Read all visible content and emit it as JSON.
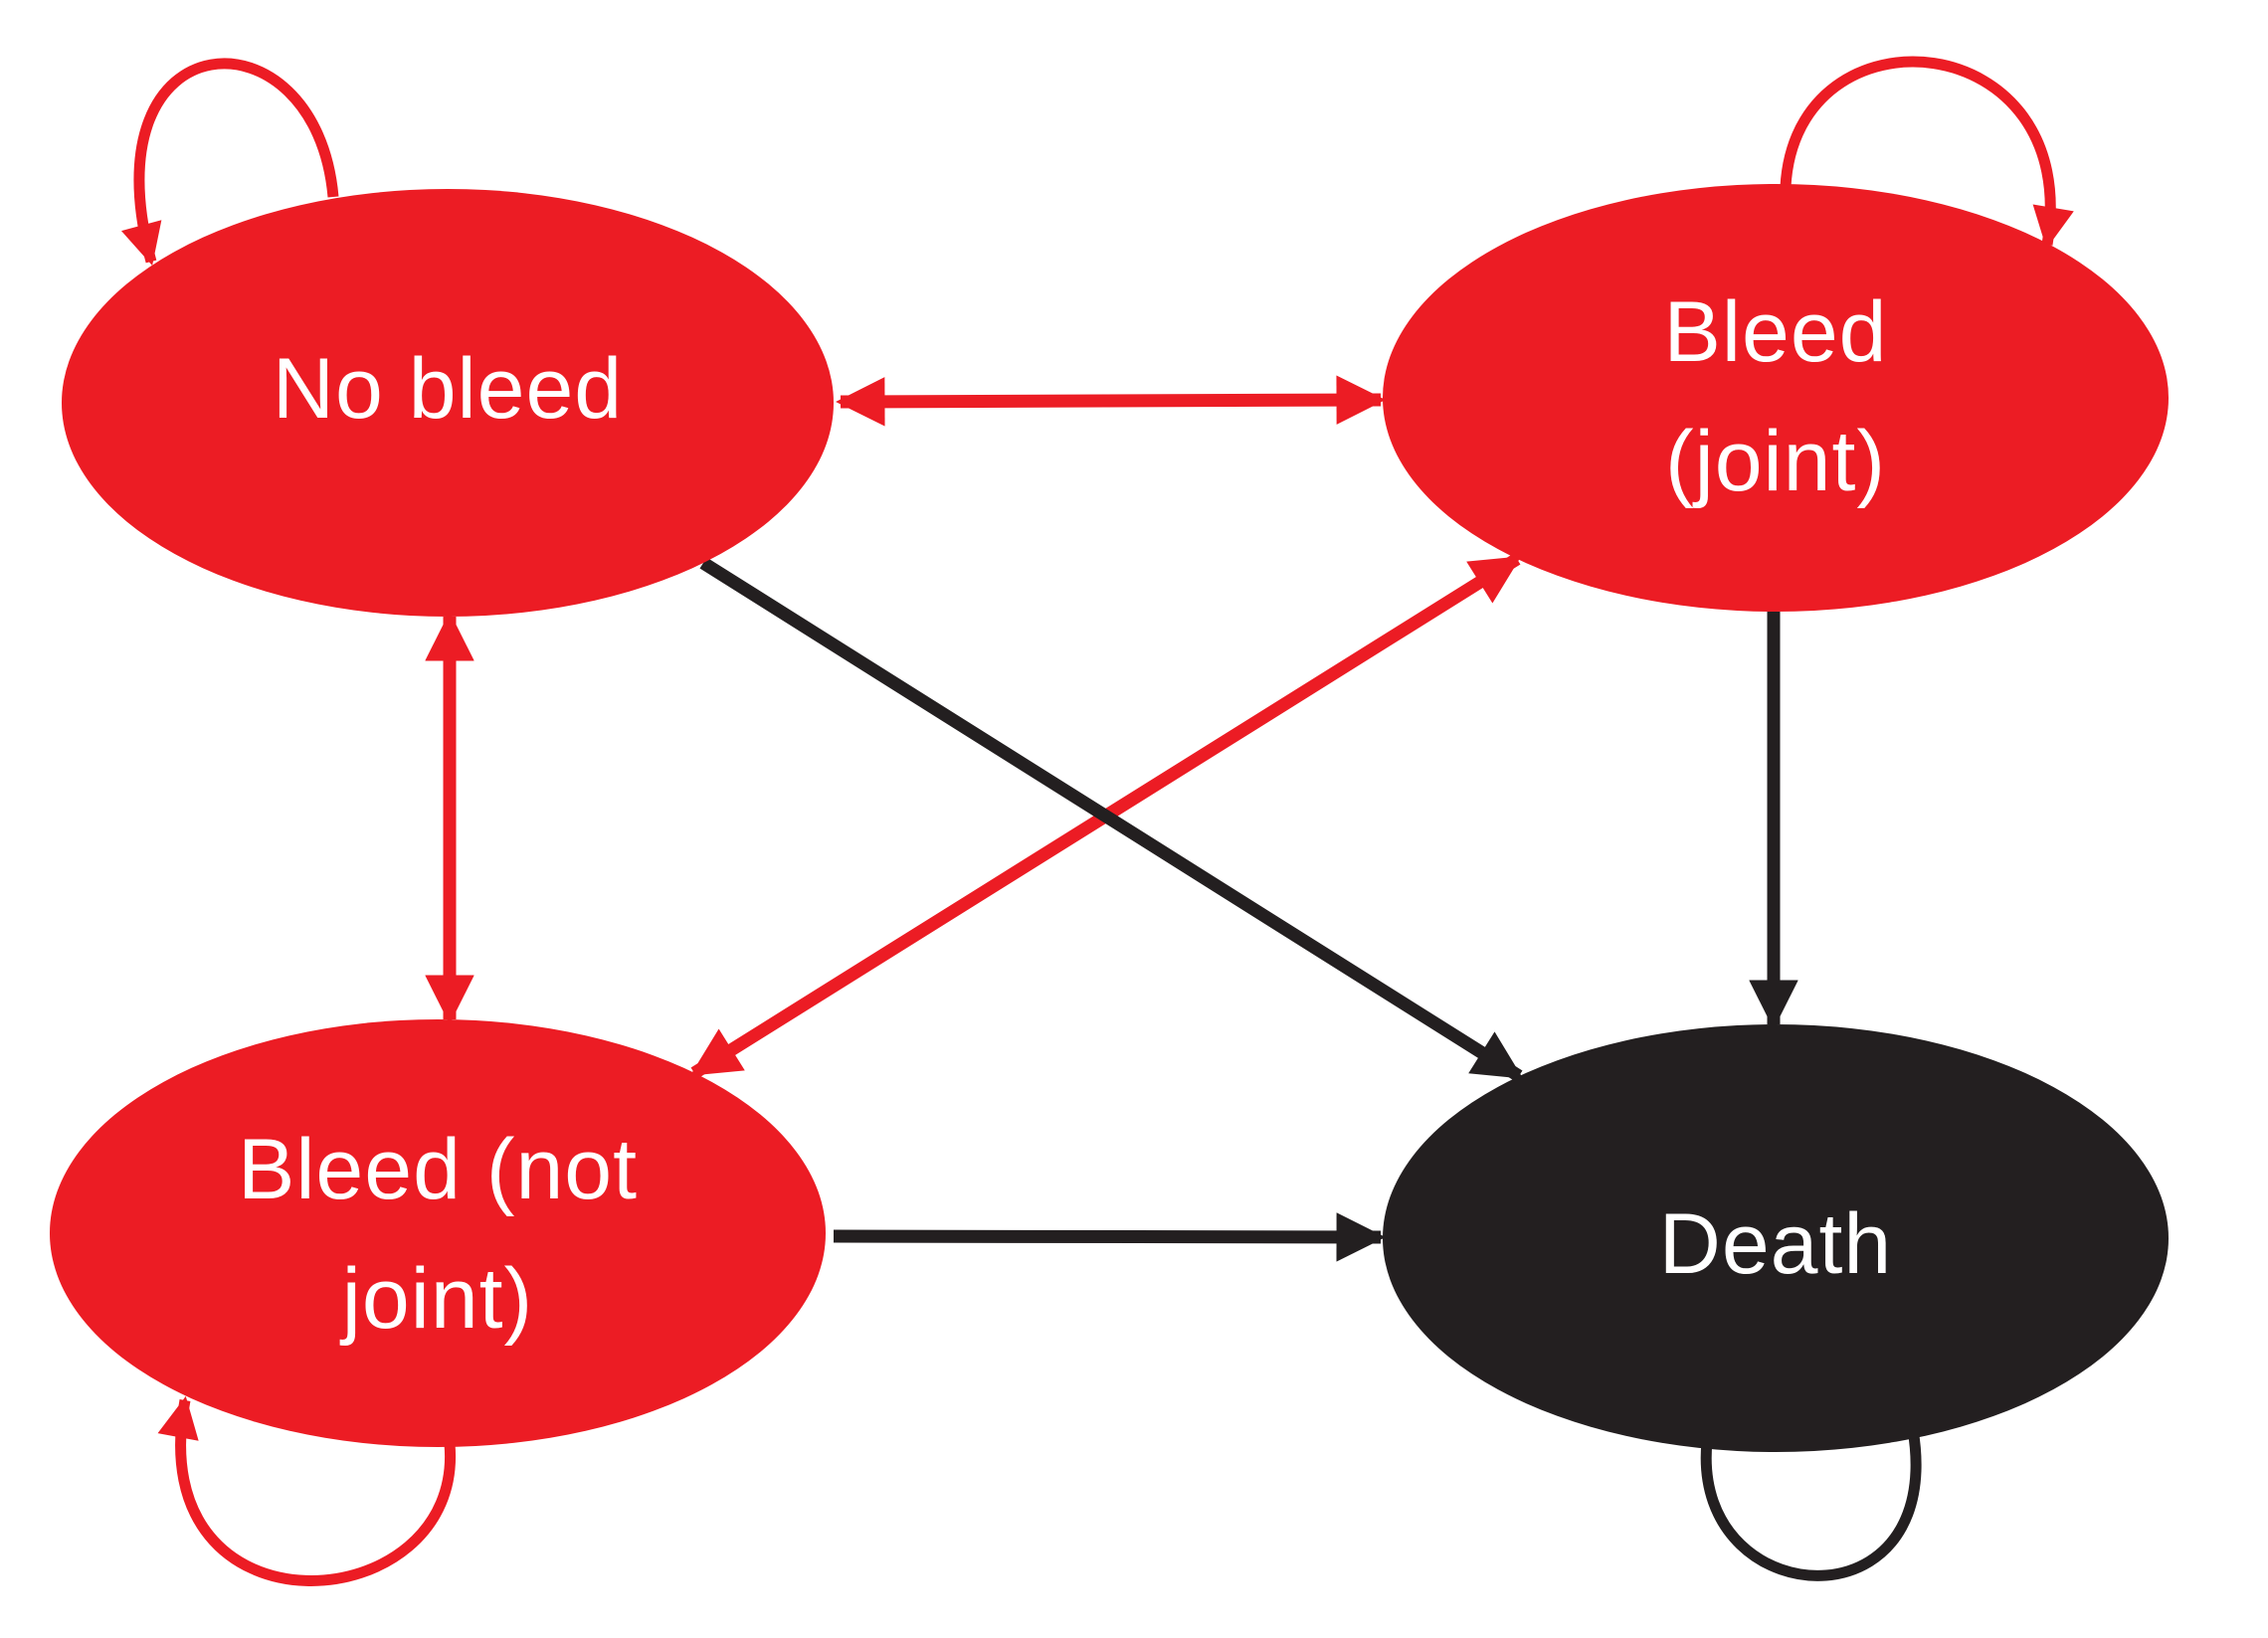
{
  "diagram": {
    "type": "state-transition-diagram",
    "background": "#FFFFFF",
    "colors": {
      "red": "#EC1C24",
      "black": "#231F20",
      "label": "#FFFFFF"
    },
    "nodes": [
      {
        "id": "no-bleed",
        "line1": "No bleed",
        "line2": "",
        "color": "#EC1C24"
      },
      {
        "id": "bleed-joint",
        "line1": "Bleed",
        "line2": "(joint)",
        "color": "#EC1C24"
      },
      {
        "id": "bleed-not-joint",
        "line1": "Bleed (not",
        "line2": "joint)",
        "color": "#EC1C24"
      },
      {
        "id": "death",
        "line1": "Death",
        "line2": "",
        "color": "#231F20"
      }
    ],
    "edges": [
      {
        "from": "no-bleed",
        "to": "no-bleed",
        "style": "self-loop",
        "color": "#EC1C24"
      },
      {
        "from": "bleed-joint",
        "to": "bleed-joint",
        "style": "self-loop",
        "color": "#EC1C24"
      },
      {
        "from": "bleed-not-joint",
        "to": "bleed-not-joint",
        "style": "self-loop",
        "color": "#EC1C24"
      },
      {
        "from": "death",
        "to": "death",
        "style": "self-loop",
        "color": "#231F20"
      },
      {
        "from": "no-bleed",
        "to": "bleed-joint",
        "style": "double-arrow",
        "color": "#EC1C24"
      },
      {
        "from": "no-bleed",
        "to": "bleed-not-joint",
        "style": "double-arrow",
        "color": "#EC1C24"
      },
      {
        "from": "bleed-joint",
        "to": "bleed-not-joint",
        "style": "double-arrow",
        "color": "#EC1C24"
      },
      {
        "from": "no-bleed",
        "to": "death",
        "style": "arrow",
        "color": "#231F20"
      },
      {
        "from": "bleed-joint",
        "to": "death",
        "style": "arrow",
        "color": "#231F20"
      },
      {
        "from": "bleed-not-joint",
        "to": "death",
        "style": "arrow",
        "color": "#231F20"
      }
    ]
  }
}
